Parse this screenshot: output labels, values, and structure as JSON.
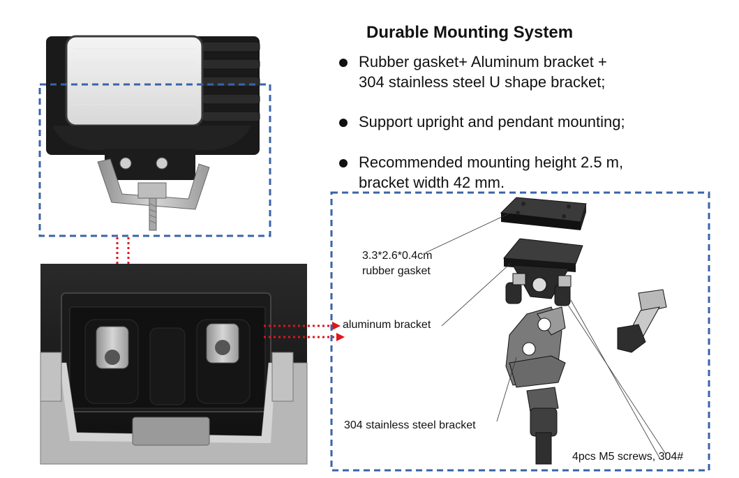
{
  "title": "Durable Mounting System",
  "features": [
    {
      "line1": "Rubber gasket+ Aluminum bracket +",
      "line2": "304 stainless steel U shape bracket;"
    },
    {
      "line1": "Support upright and pendant mounting;",
      "line2": ""
    },
    {
      "line1": "Recommended mounting height 2.5 m,",
      "line2": "bracket width 42 mm."
    }
  ],
  "callouts": {
    "gasket_line1": "3.3*2.6*0.4cm",
    "gasket_line2": "rubber gasket",
    "aluminum": "aluminum bracket",
    "steel": "304 stainless steel bracket",
    "screws": "4pcs M5 screws, 304#"
  },
  "colors": {
    "dashed_frame": "#3a63a8",
    "arrow": "#e0141b",
    "text": "#111111"
  }
}
